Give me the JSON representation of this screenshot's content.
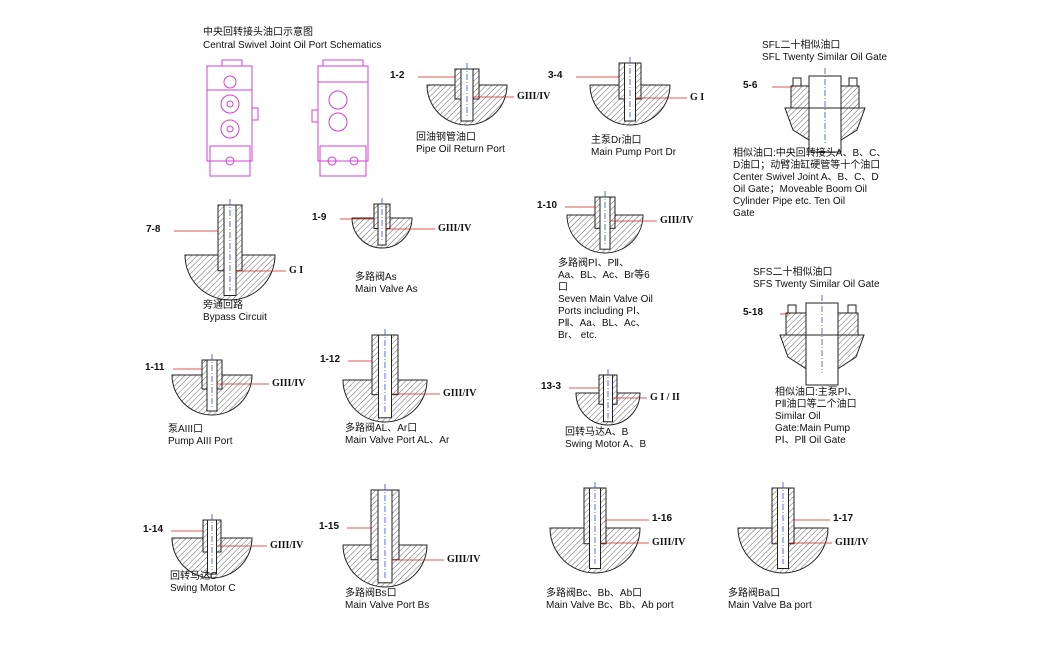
{
  "title": {
    "cn": "中央回转接头油口示意图",
    "en": "Central Swivel Joint Oil Port Schematics"
  },
  "colors": {
    "leader": "#d02020",
    "centerline": "#3050d0",
    "schematic": "#d040d0",
    "hatch": "#555555"
  },
  "fittings": [
    {
      "id": "1-2",
      "thread": "GIII/IV",
      "caption_cn": "回油钢管油口",
      "caption_en": "Pipe  Oil  Return Port"
    },
    {
      "id": "3-4",
      "thread": "G I",
      "caption_cn": "主泵Dr油口",
      "caption_en": "Main  Pump Port Dr"
    },
    {
      "id": "7-8",
      "thread": "G I",
      "caption_cn": "旁通回路",
      "caption_en": "Bypass  Circuit"
    },
    {
      "id": "1-9",
      "thread": "GIII/IV",
      "caption_cn": "多路阀As",
      "caption_en": "Main Valve  As"
    },
    {
      "id": "1-10",
      "thread": "GIII/IV",
      "caption_cn": "多路阀PⅠ、PⅡ、\nAa、BL、Ac、Br等6\n口",
      "caption_en": "Seven Main Valve Oil\nPorts including PⅠ、\nPⅡ、Aa、BL、Ac、\nBr、 etc."
    },
    {
      "id": "1-11",
      "thread": "GIII/IV",
      "caption_cn": "泵AIII口",
      "caption_en": "Pump  AIII  Port"
    },
    {
      "id": "1-12",
      "thread": "GIII/IV",
      "caption_cn": "多路阀AL、Ar口",
      "caption_en": "Main Valve Port AL、Ar"
    },
    {
      "id": "13-3",
      "thread": "G I / II",
      "caption_cn": "回转马达A、B",
      "caption_en": "Swing  Motor  A、B"
    },
    {
      "id": "1-14",
      "thread": "GIII/IV",
      "caption_cn": "回转马达C",
      "caption_en": "Swing  Motor  C"
    },
    {
      "id": "1-15",
      "thread": "GIII/IV",
      "caption_cn": "多路阀Bs口",
      "caption_en": "Main Valve Port Bs"
    },
    {
      "id": "1-16",
      "thread": "GIII/IV",
      "caption_cn": "多路阀Bc、Bb、Ab口",
      "caption_en": "Main  Valve  Bc、Bb、Ab port"
    },
    {
      "id": "1-17",
      "thread": "GIII/IV",
      "caption_cn": "多路阀Ba口",
      "caption_en": "Main  Valve  Ba port"
    }
  ],
  "sfl": {
    "title_cn": "SFL二十相似油口",
    "title_en": "SFL  Twenty  Similar Oil Gate",
    "id": "5-6",
    "note": "相似油口:中央回转接头A、B、C、\nD油口；动臂油缸硬管等十个油口\nCenter  Swivel  Joint  A、B、C、D\nOil  Gate；Moveable  Boom  Oil\nCylinder  Pipe  etc. Ten Oil\nGate"
  },
  "sfs": {
    "title_cn": "SFS二十相似油口",
    "title_en": "SFS  Twenty  Similar Oil Gate",
    "id": "5-18",
    "note": "相似油口:主泵PⅠ、\nPⅡ油口等二个油口\nSimilar Oil\nGate:Main Pump\nPⅠ、PⅡ  Oil Gate"
  }
}
